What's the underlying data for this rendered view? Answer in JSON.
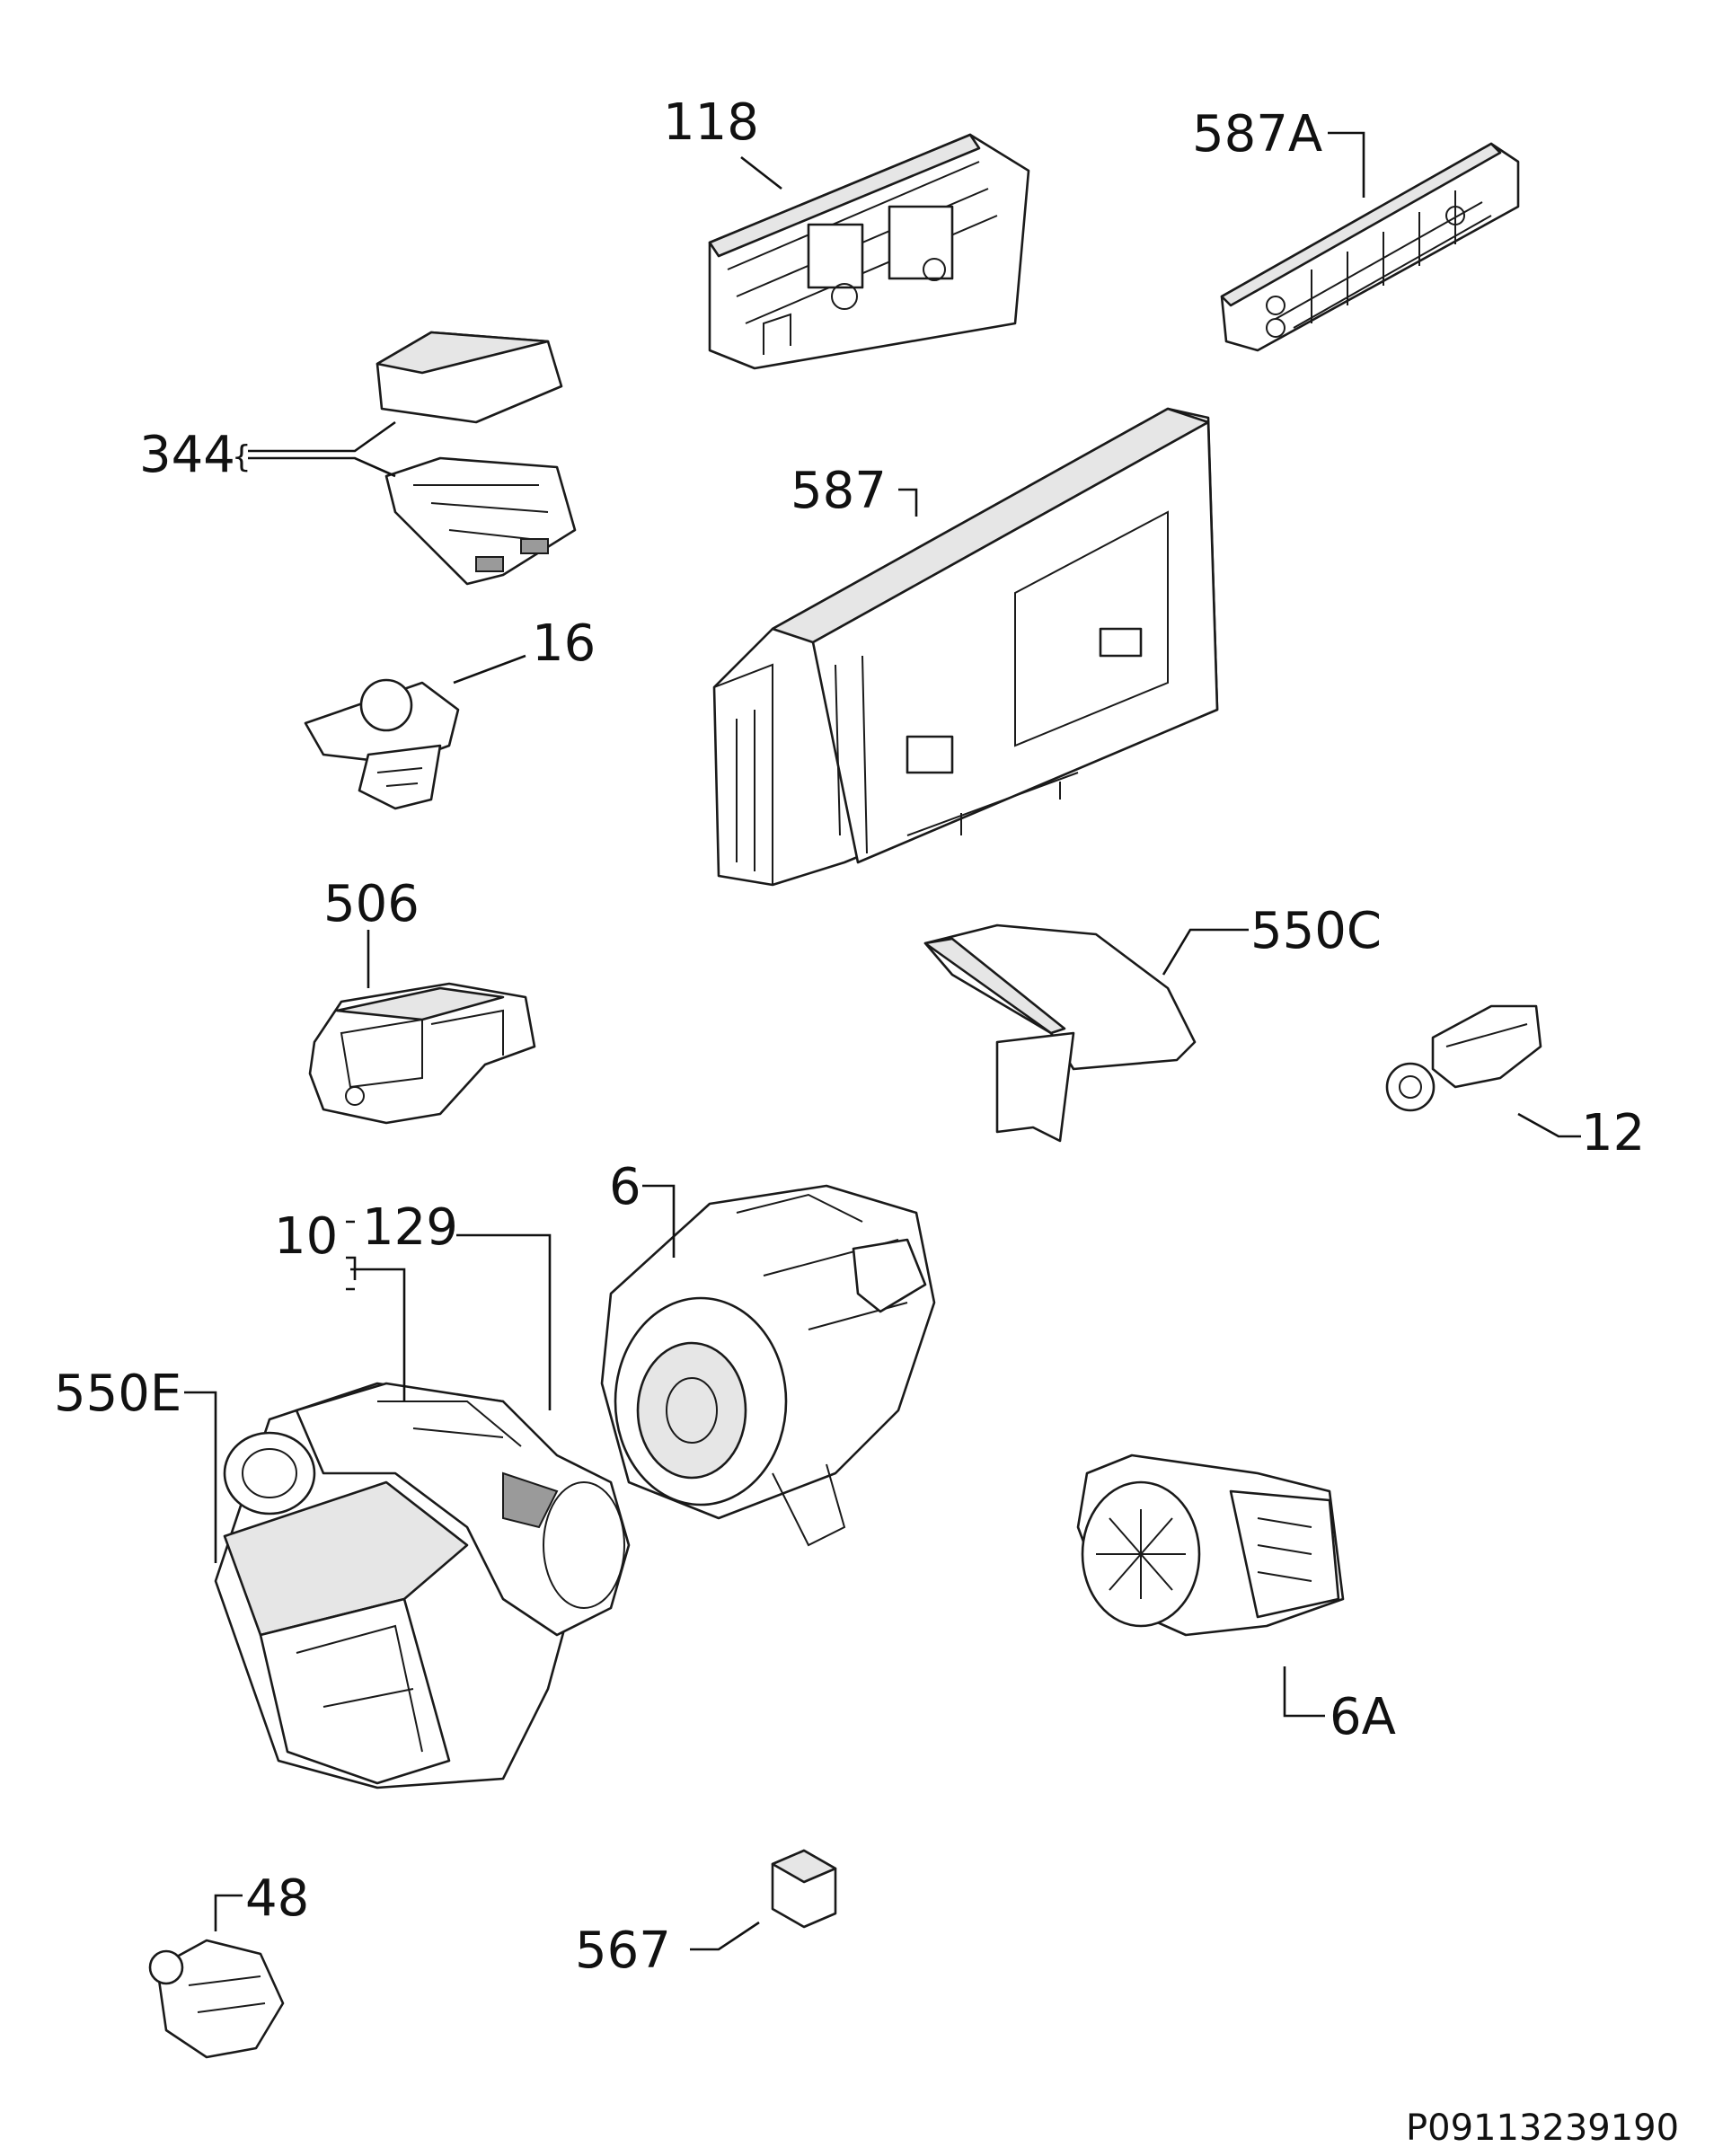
{
  "diagram": {
    "labels": {
      "l118": "118",
      "l587a": "587A",
      "l344": "344",
      "l587": "587",
      "l16": "16",
      "l506": "506",
      "l550c": "550C",
      "l12": "12",
      "l6": "6",
      "l10": "10",
      "l129": "129",
      "l550e": "550E",
      "l6a": "6A",
      "l48": "48",
      "l567": "567"
    },
    "code": "P09113239190"
  }
}
